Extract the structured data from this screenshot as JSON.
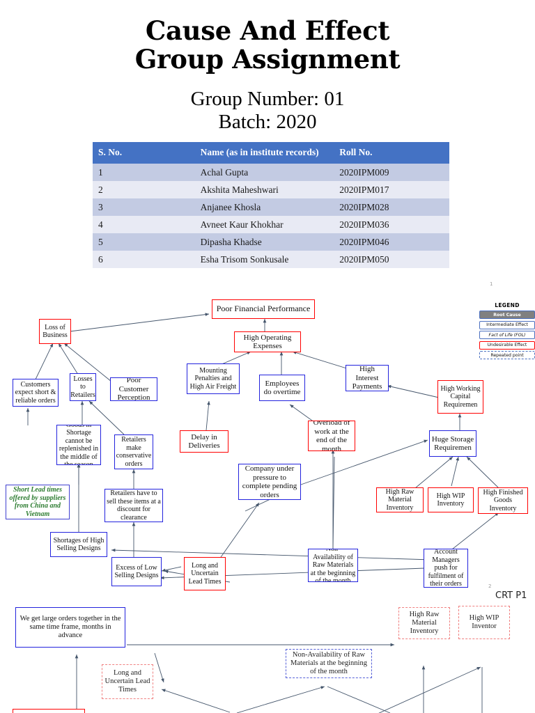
{
  "title": {
    "line1": "Cause And Effect",
    "line2": "Group Assignment",
    "group_number": "Group Number: 01",
    "batch": "Batch: 2020"
  },
  "member_table": {
    "headers": [
      "S. No.",
      "Name (as in institute records)",
      "Roll No."
    ],
    "rows": [
      [
        "1",
        "Achal Gupta",
        "2020IPM009"
      ],
      [
        "2",
        "Akshita Maheshwari",
        "2020IPM017"
      ],
      [
        "3",
        "Anjanee Khosla",
        "2020IPM028"
      ],
      [
        "4",
        "Avneet Kaur Khokhar",
        "2020IPM036"
      ],
      [
        "5",
        "Dipasha Khadse",
        "2020IPM046"
      ],
      [
        "6",
        "Esha Trisom Sonkusale",
        "2020IPM050"
      ]
    ]
  },
  "legend": {
    "title": "LEGEND",
    "items": [
      {
        "label": "Root Cause",
        "style": "root-cause",
        "color": "#808080"
      },
      {
        "label": "Intermediate Effect",
        "style": "intermediate",
        "color": "#4A6FBF"
      },
      {
        "label": "Fact of Life (FOL)",
        "style": "fact-of-life",
        "color": "#4A6FBF"
      },
      {
        "label": "Undesirable Effect",
        "style": "undesirable",
        "color": "#FF0000"
      },
      {
        "label": "Repeated point",
        "style": "repeated",
        "color": "#4A6FBF"
      }
    ]
  },
  "slide1": {
    "page_number": "1",
    "nodes": [
      {
        "id": "poor-financial-performance",
        "label": "Poor Financial Performance",
        "type": "undesirable-effect"
      },
      {
        "id": "loss-of-business",
        "label": "Loss of Business",
        "type": "undesirable-effect"
      },
      {
        "id": "high-operating-expenses",
        "label": "High Operating Expenses",
        "type": "undesirable-effect"
      },
      {
        "id": "customers-expect-short-reliable-orders",
        "label": "Customers expect short & reliable orders",
        "type": "intermediate-effect"
      },
      {
        "id": "losses-to-retailers",
        "label": "Losses to Retailers",
        "type": "intermediate-effect"
      },
      {
        "id": "poor-customer-perception",
        "label": "Poor Customer Perception",
        "type": "intermediate-effect"
      },
      {
        "id": "mounting-penalties-and-high-air-freight",
        "label": "Mounting Penalties and High Air Freight",
        "type": "intermediate-effect"
      },
      {
        "id": "employees-do-overtime",
        "label": "Employees do overtime",
        "type": "intermediate-effect"
      },
      {
        "id": "high-interest-payments",
        "label": "High Interest Payments",
        "type": "intermediate-effect"
      },
      {
        "id": "high-working-capital-requirement",
        "label": "High Working Capital Requiremen",
        "type": "undesirable-effect"
      },
      {
        "id": "goods-in-shortage-cannot-be-replenished",
        "label": "Goods in Shortage cannot be replenished in the middle of the season",
        "type": "intermediate-effect"
      },
      {
        "id": "retailers-make-conservative-orders",
        "label": "Retailers make conservative orders",
        "type": "intermediate-effect"
      },
      {
        "id": "delay-in-deliveries",
        "label": "Delay in Deliveries",
        "type": "undesirable-effect"
      },
      {
        "id": "overload-of-work-end-of-month",
        "label": "Overload of work at the end of the month",
        "type": "undesirable-effect"
      },
      {
        "id": "huge-storage-requirement",
        "label": "Huge Storage Requiremen",
        "type": "intermediate-effect"
      },
      {
        "id": "short-lead-times-suppliers",
        "label": "Short Lead times offered by suppliers from China and Vietnam",
        "type": "fact-of-life"
      },
      {
        "id": "retailers-sell-at-discount",
        "label": "Retailers have to sell these items at a discount for clearance",
        "type": "intermediate-effect"
      },
      {
        "id": "company-under-pressure-pending-orders",
        "label": "Company under pressure to complete pending orders",
        "type": "intermediate-effect"
      },
      {
        "id": "high-raw-material-inventory",
        "label": "High Raw Material Inventory",
        "type": "undesirable-effect"
      },
      {
        "id": "high-wip-inventory",
        "label": "High WIP Inventory",
        "type": "undesirable-effect"
      },
      {
        "id": "high-finished-goods-inventory",
        "label": "High Finished Goods Inventory",
        "type": "undesirable-effect"
      },
      {
        "id": "shortages-of-high-selling-designs",
        "label": "Shortages of High Selling Designs",
        "type": "intermediate-effect"
      },
      {
        "id": "excess-of-low-selling-designs",
        "label": "Excess of Low Selling Designs",
        "type": "intermediate-effect"
      },
      {
        "id": "long-and-uncertain-lead-times",
        "label": "Long and Uncertain Lead Times",
        "type": "undesirable-effect"
      },
      {
        "id": "non-availability-of-raw-materials",
        "label": "Non-Availability of Raw Materials at the beginning of the month",
        "type": "intermediate-effect"
      },
      {
        "id": "account-managers-push-fulfilment",
        "label": "Account Managers push for fulfilment of their orders",
        "type": "intermediate-effect"
      }
    ]
  },
  "slide2": {
    "page_number": "2",
    "label": "CRT P1",
    "nodes": [
      {
        "id": "large-orders-same-time-frame",
        "label": "We get large orders together in the same time frame, months in advance",
        "type": "intermediate-effect"
      },
      {
        "id": "high-raw-material-inventory-rep",
        "label": "High Raw Material Inventory",
        "type": "repeated-red"
      },
      {
        "id": "high-wip-inventory-rep",
        "label": "High WIP Inventor",
        "type": "repeated-red"
      },
      {
        "id": "non-availability-of-raw-materials-rep",
        "label": "Non-Availability of Raw Materials at the beginning of the month",
        "type": "repeated-blue"
      },
      {
        "id": "long-and-uncertain-lead-times-rep",
        "label": "Long and Uncertain Lead Times",
        "type": "repeated-red"
      },
      {
        "id": "clipped-bottom-node",
        "label": "",
        "type": "undesirable-effect"
      }
    ]
  }
}
